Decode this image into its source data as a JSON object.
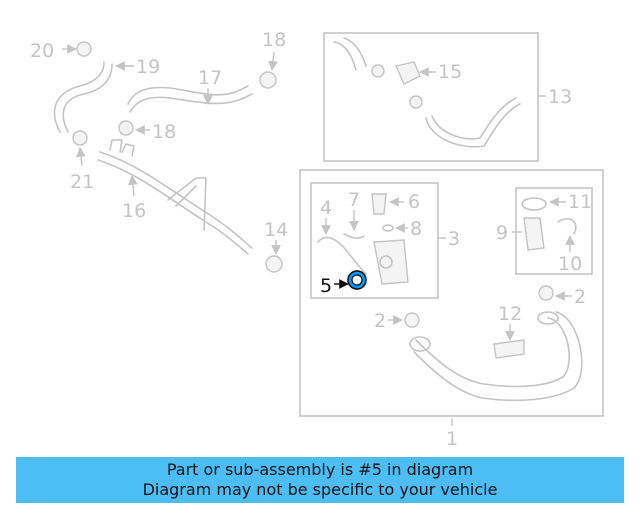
{
  "diagram": {
    "highlight_color": "#0099ff",
    "callouts": {
      "c1": "1",
      "c2a": "2",
      "c2b": "2",
      "c3": "3",
      "c4": "4",
      "c5": "5",
      "c6": "6",
      "c7": "7",
      "c8": "8",
      "c9": "9",
      "c10": "10",
      "c11": "11",
      "c12": "12",
      "c13": "13",
      "c14": "14",
      "c15": "15",
      "c16": "16",
      "c17": "17",
      "c18a": "18",
      "c18b": "18",
      "c19": "19",
      "c20": "20",
      "c21": "21"
    }
  },
  "banner": {
    "line1": "Part or sub-assembly is #5 in diagram",
    "line2": "Diagram may not be specific to your vehicle",
    "color": "#4dbdf5"
  }
}
